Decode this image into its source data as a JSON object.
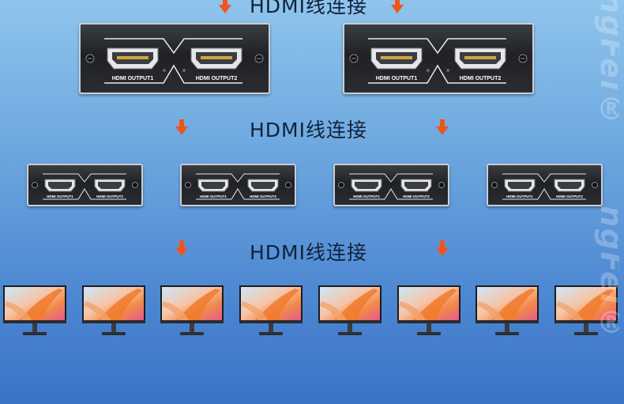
{
  "connection_label": "HDMI线连接",
  "port_labels": {
    "output1": "HDMI OUTPUT1",
    "output2": "HDMI OUTPUT2"
  },
  "watermark": "ngFei®",
  "colors": {
    "arrow": "#f0541a",
    "panel": "#24262b",
    "bezel": "#c9ced6"
  },
  "icons": [
    "down-arrow-icon",
    "hdmi-port-icon",
    "screw-icon",
    "monitor-icon"
  ]
}
